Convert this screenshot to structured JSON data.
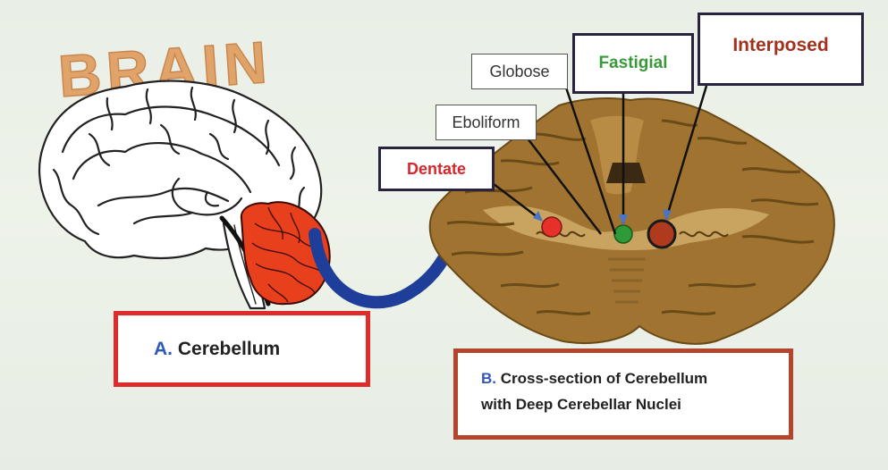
{
  "title": "BRAIN",
  "caption_a": {
    "letter": "A.",
    "text": "Cerebellum"
  },
  "caption_b": {
    "letter": "B.",
    "line1": "Cross-section of Cerebellum",
    "line2": "with Deep Cerebellar Nuclei"
  },
  "nuclei_labels": {
    "globose": "Globose",
    "eboliform": "Eboliform",
    "fastigial": "Fastigial",
    "interposed": "Interposed",
    "dentate": "Dentate"
  },
  "colors": {
    "title": "#e0a36a",
    "cerebellum": "#e8401c",
    "arrow": "#1e3e9a",
    "cross_section": "#a07430",
    "dentate": "#e8302a",
    "fastigial": "#2e9a3a",
    "interposed": "#b03a1e",
    "caption_a_border": "#e02b2b",
    "caption_b_border": "#b4452c"
  }
}
